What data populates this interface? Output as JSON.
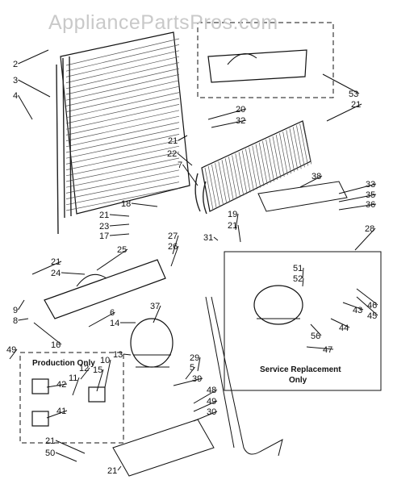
{
  "watermark": "AppliancePartsPros.com",
  "boxes": {
    "production": "Production Only",
    "service_line1": "Service Replacement",
    "service_line2": "Only"
  },
  "callouts": [
    "2",
    "3",
    "4",
    "20",
    "32",
    "21",
    "22",
    "7",
    "53",
    "21",
    "18",
    "21",
    "23",
    "17",
    "27",
    "26",
    "38",
    "33",
    "35",
    "36",
    "19",
    "21",
    "28",
    "31",
    "21",
    "24",
    "25",
    "51",
    "52",
    "9",
    "8",
    "6",
    "37",
    "14",
    "43",
    "46",
    "45",
    "16",
    "56",
    "44",
    "47",
    "49",
    "13",
    "29",
    "5",
    "39",
    "12",
    "10",
    "11",
    "15",
    "42",
    "48",
    "49",
    "30",
    "41",
    "21",
    "50",
    "21"
  ],
  "colors": {
    "line": "#111111",
    "background": "#ffffff",
    "watermark": "#c9c9c9"
  }
}
